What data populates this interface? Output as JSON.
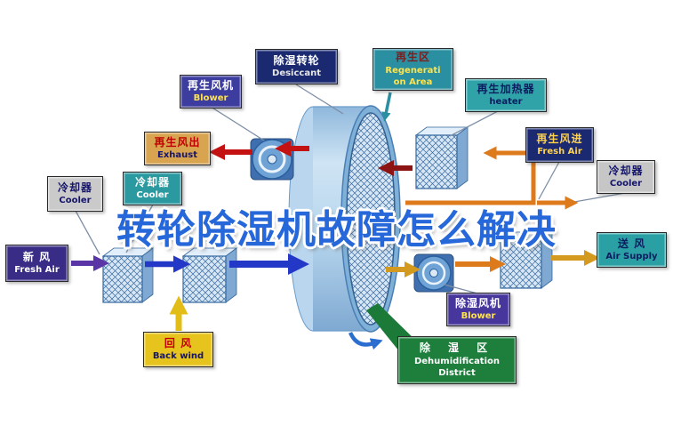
{
  "title": "转轮除湿机故障怎么解决",
  "labels": {
    "desiccant": {
      "line1": "除湿转轮",
      "line2": "Desiccant"
    },
    "regeneration_area": {
      "line1": "再生区",
      "line2": "Regenerati\non Area"
    },
    "regen_blower": {
      "line1": "再生风机",
      "line2": "Blower"
    },
    "regen_heater": {
      "line1": "再生加热器",
      "line2": "heater"
    },
    "exhaust": {
      "line1": "再生风出",
      "line2": "Exhaust"
    },
    "cooler_mid_left": {
      "line1": "冷却器",
      "line2": "Cooler"
    },
    "cooler_far_left": {
      "line1": "冷却器",
      "line2": "Cooler"
    },
    "fresh_air_left": {
      "line1": "新  风",
      "line2": "Fresh Air"
    },
    "regen_fresh_air": {
      "line1": "再生风进",
      "line2": "Fresh Air"
    },
    "cooler_right": {
      "line1": "冷却器",
      "line2": "Cooler"
    },
    "air_supply": {
      "line1": "送  风",
      "line2": "Air Supply"
    },
    "back_wind": {
      "line1": "回  风",
      "line2": "Back wind"
    },
    "dehumid_blower": {
      "line1": "除湿风机",
      "line2": "Blower"
    },
    "dehumid_district": {
      "line1": "除  湿  区",
      "line2": "Dehumidification",
      "line3": "District"
    }
  },
  "colors": {
    "title_blue": "#2667d9",
    "process_blue": "#2438c8",
    "regen_red": "#c41212",
    "regen_maroon": "#8c1414",
    "exhaust_orange": "#dd7a1c",
    "supply_gold": "#d49a1f",
    "return_yellow": "#e3bd17",
    "fresh_purple": "#5a35a5",
    "district_green": "#1c7a38",
    "wheel_blue": "#7fb0d8"
  }
}
